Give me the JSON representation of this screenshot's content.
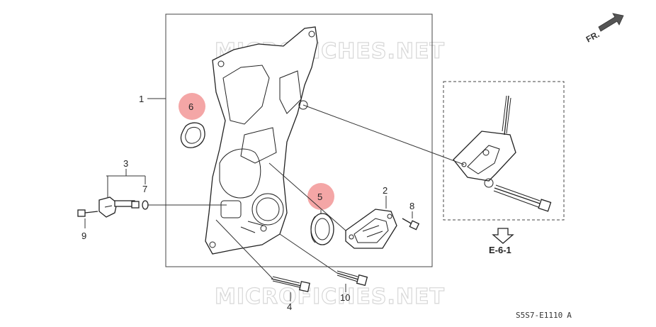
{
  "diagram": {
    "watermark_text": "MICROFICHES.NET",
    "diagram_code": "S5S7-E1110",
    "diagram_code_suffix": "A",
    "direction_label": "FR.",
    "reference_label": "E-6-1",
    "highlight_color": "#f4a6a6",
    "parts": [
      {
        "id": "1",
        "label": "1"
      },
      {
        "id": "2",
        "label": "2"
      },
      {
        "id": "3",
        "label": "3"
      },
      {
        "id": "4",
        "label": "4"
      },
      {
        "id": "5",
        "label": "5",
        "highlighted": true
      },
      {
        "id": "6",
        "label": "6",
        "highlighted": true
      },
      {
        "id": "7",
        "label": "7"
      },
      {
        "id": "8",
        "label": "8"
      },
      {
        "id": "9",
        "label": "9"
      },
      {
        "id": "10",
        "label": "10"
      }
    ]
  }
}
